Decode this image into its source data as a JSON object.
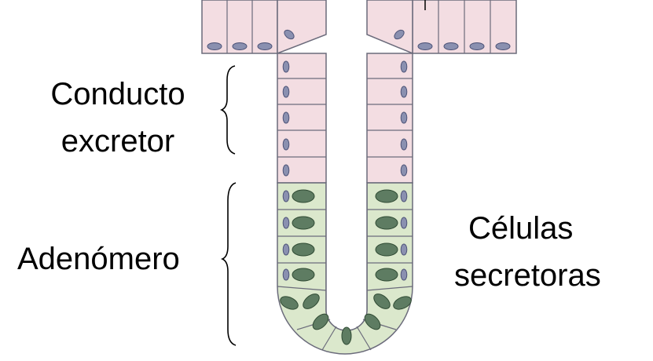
{
  "labels": {
    "duct_line1": "Conducto",
    "duct_line2": "excretor",
    "adenomere": "Adenómero",
    "secretory_line1": "Células",
    "secretory_line2": "secretoras"
  },
  "colors": {
    "duct_cell_fill": "#f3dde2",
    "secretory_cell_fill": "#dbe8cc",
    "cell_border": "#6b6b7b",
    "duct_nucleus": "#8a90b0",
    "secretory_nucleus": "#5e7c62",
    "lumen": "#ffffff",
    "text": "#000000"
  }
}
